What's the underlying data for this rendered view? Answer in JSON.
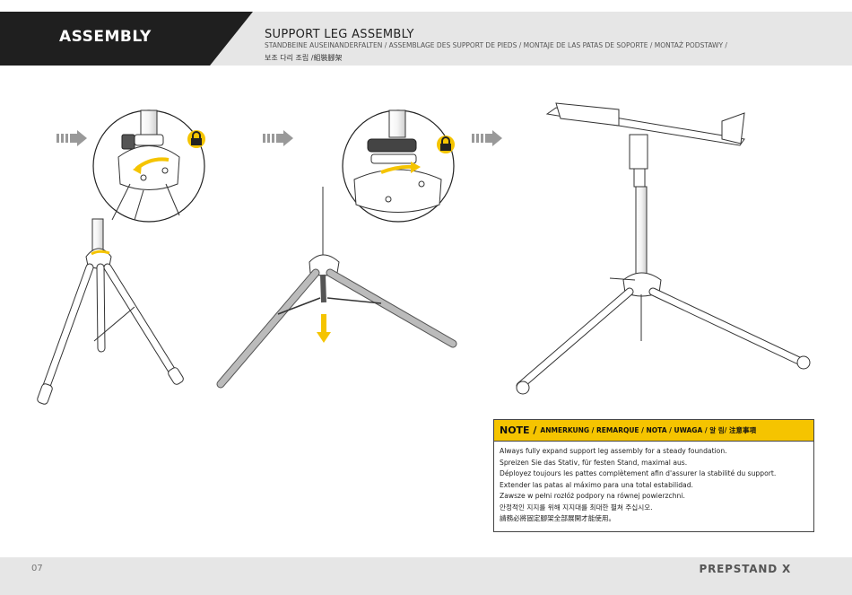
{
  "header": {
    "section_title": "ASSEMBLY",
    "step_title": "SUPPORT LEG ASSEMBLY",
    "step_translations": "STANDBEINE AUSEINANDERFALTEN  / ASSEMBLAGE DES SUPPORT DE PIEDS / MONTAJE DE LAS PATAS DE SOPORTE  / MONTAŻ PODSTAWY /",
    "step_translations_line2": "보조 다리 조립 /組裝腳架"
  },
  "illustration": {
    "steps": [
      "step-1-locked-collar",
      "step-2-unlocked-collar",
      "step-3-expanded-stand"
    ],
    "icons": [
      "arrow-right-icon",
      "lock-icon",
      "down-arrow-icon"
    ],
    "accent_color": "#f5c400"
  },
  "note": {
    "title": "NOTE /",
    "translations": "ANMERKUNG / REMARQUE / NOTA /  UWAGA / 알 림/ 注意事項",
    "lines": [
      "Always fully expand support leg assembly for a steady foundation.",
      "Spreizen Sie das Stativ, für festen Stand, maximal aus.",
      "Déployez toujours les pattes complètement afin d'assurer la stabilité du support.",
      "Extender las patas al máximo para una total estabilidad.",
      "Zawsze w pełni rozłóż podpory na równej powierzchni.",
      "안정적인 지지를 위해 지지대를 최대한 펼쳐 주십시오.",
      "請務必將固定腳架全部展開才能使用。"
    ]
  },
  "footer": {
    "page_number": "07",
    "product_name": "PREPSTAND X"
  }
}
